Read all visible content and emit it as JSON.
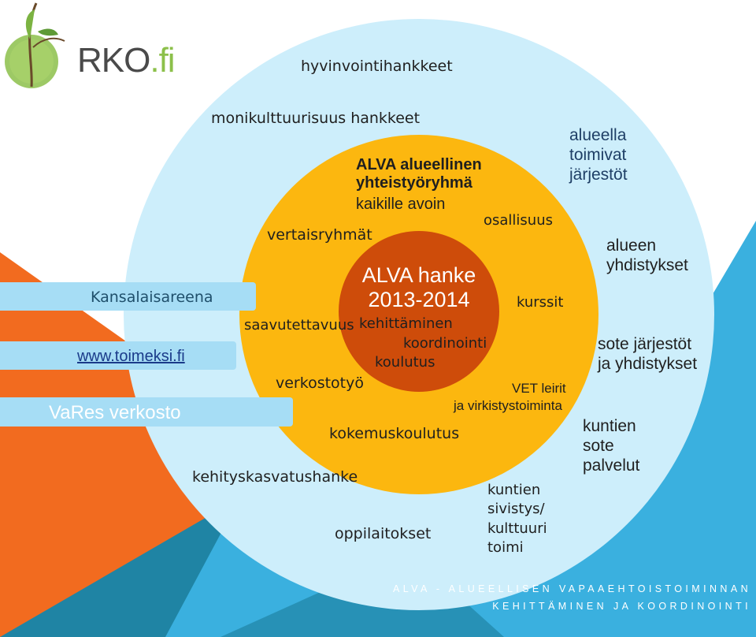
{
  "logo": {
    "main": "RKO",
    "suffix": ".fi"
  },
  "center": {
    "title": "ALVA hanke",
    "years": "2013-2014"
  },
  "inner_labels": {
    "kehittaminen": "kehittäminen",
    "koordinointi": "koordinointi",
    "koulutus": "koulutus"
  },
  "middle_labels": {
    "group": "ALVA alueellinen\nyhteistyöryhmä",
    "group_sub": "kaikille avoin",
    "osallisuus": "osallisuus",
    "vertaisryhmat": "vertaisryhmät",
    "kurssit": "kurssit",
    "saavutettavuus": "saavutettavuus",
    "verkostotyo": "verkostotyö",
    "vet": "VET leirit",
    "vet_sub": "ja virkistystoiminta",
    "kokemuskoulutus": "kokemuskoulutus"
  },
  "outer_labels": {
    "hyvinvointihankkeet": "hyvinvointihankkeet",
    "monikulttuurisuus": "monikulttuurisuus hankkeet",
    "alueella": "alueella\ntoimivat\njärjestöt",
    "alueen": "alueen\nyhdistykset",
    "sote": "sote järjestöt\nja yhdistykset",
    "kuntien_sote": "kuntien\nsote\npalvelut",
    "kehityskasvatus": "kehityskasvatushanke",
    "oppilaitokset": "oppilaitokset",
    "kuntien_sivistys": "kuntien\nsivistys/\nkulttuuri\ntoimi"
  },
  "side_bars": {
    "kansalaisareena": "Kansalaisareena",
    "toimeksi": "www.toimeksi.fi",
    "vares": "VaRes verkosto"
  },
  "footer": {
    "line1": "ALVA - ALUEELLISEN VAPAAEHTOISTOIMINNAN",
    "line2": "KEHITTÄMINEN JA KOORDINOINTI"
  },
  "colors": {
    "outer_circle": "#cdeefb",
    "middle_circle": "#fcb70f",
    "inner_circle": "#ce4c0a",
    "orange_wedge": "#f26b1f",
    "blue_wedge": "#3ab0df",
    "teal_wedge": "#1f84a4",
    "side_bar": "#a6ddf5"
  }
}
